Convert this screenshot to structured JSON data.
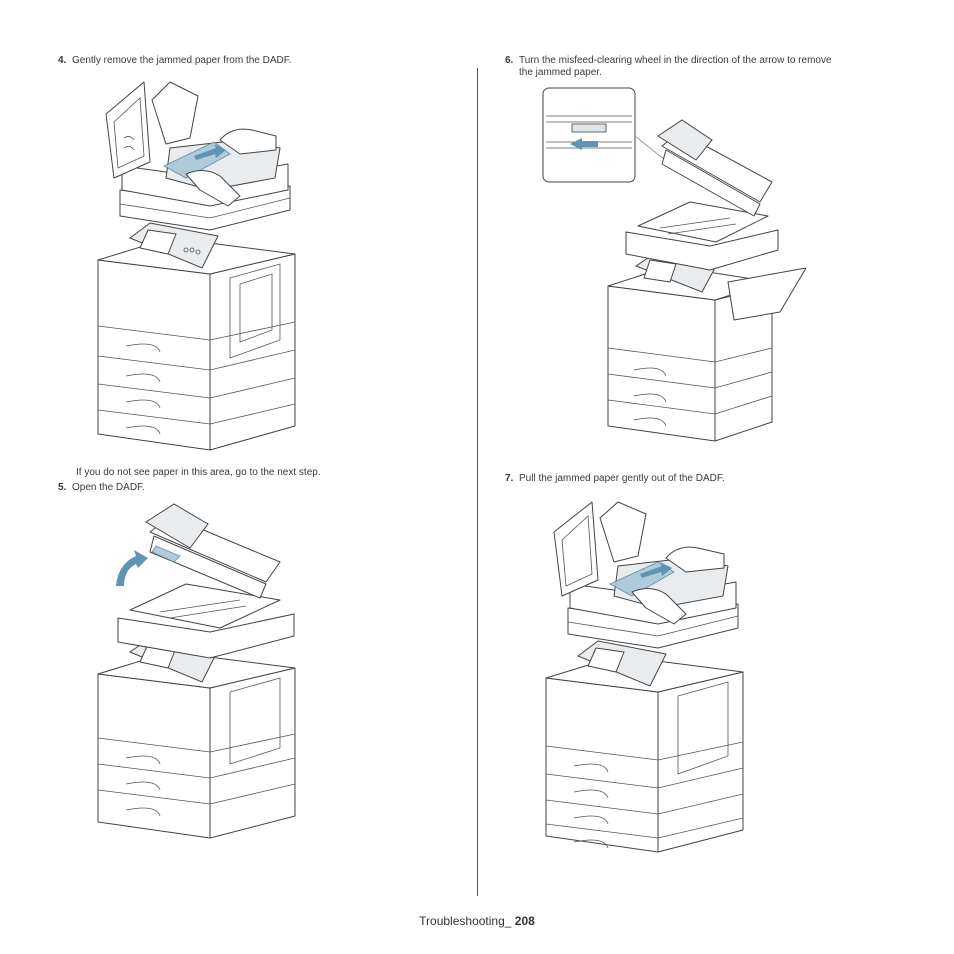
{
  "steps": {
    "s4": {
      "num": "4.",
      "text": "Gently remove the jammed paper from the DADF."
    },
    "note": "If you do not see paper in this area, go to the next step.",
    "s5": {
      "num": "5.",
      "text": "Open the DADF."
    },
    "s6": {
      "num": "6.",
      "line1": "Turn the misfeed-clearing wheel in the direction of the arrow to remove",
      "line2": "the jammed paper."
    },
    "s7": {
      "num": "7.",
      "text": "Pull the jammed paper gently out of the DADF."
    }
  },
  "footer": {
    "section": "Troubleshooting_",
    "page": "208"
  },
  "colors": {
    "accent": "#5f94b3",
    "paper": "#a9c7d8",
    "line": "#444444"
  }
}
